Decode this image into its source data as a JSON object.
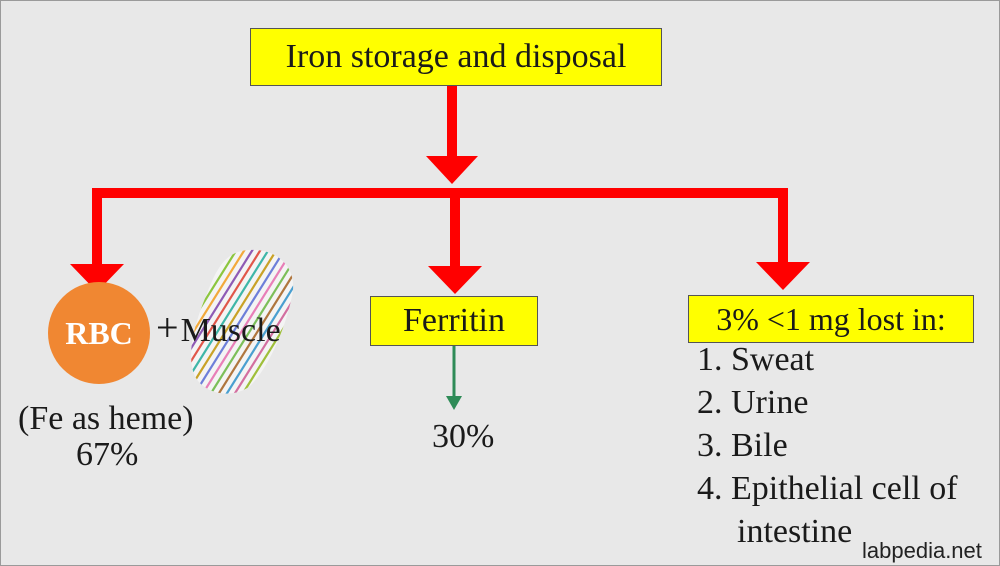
{
  "title": "Iron storage and disposal",
  "branches": {
    "rbc": {
      "label": "RBC",
      "plus": "+",
      "muscle": "Muscle",
      "note": "(Fe as heme)",
      "percent": "67%"
    },
    "ferritin": {
      "label": "Ferritin",
      "percent": "30%"
    },
    "loss": {
      "label": "3% <1 mg lost in:",
      "items": [
        "1. Sweat",
        "2. Urine",
        "3. Bile",
        "4. Epithelial cell of"
      ],
      "item_continuation": "intestine"
    }
  },
  "watermark": "labpedia.net",
  "colors": {
    "background": "#e8e8e8",
    "box_fill": "#ffff00",
    "arrow_red": "#ff0000",
    "arrow_green": "#2e8b57",
    "rbc_orange": "#f08732"
  }
}
